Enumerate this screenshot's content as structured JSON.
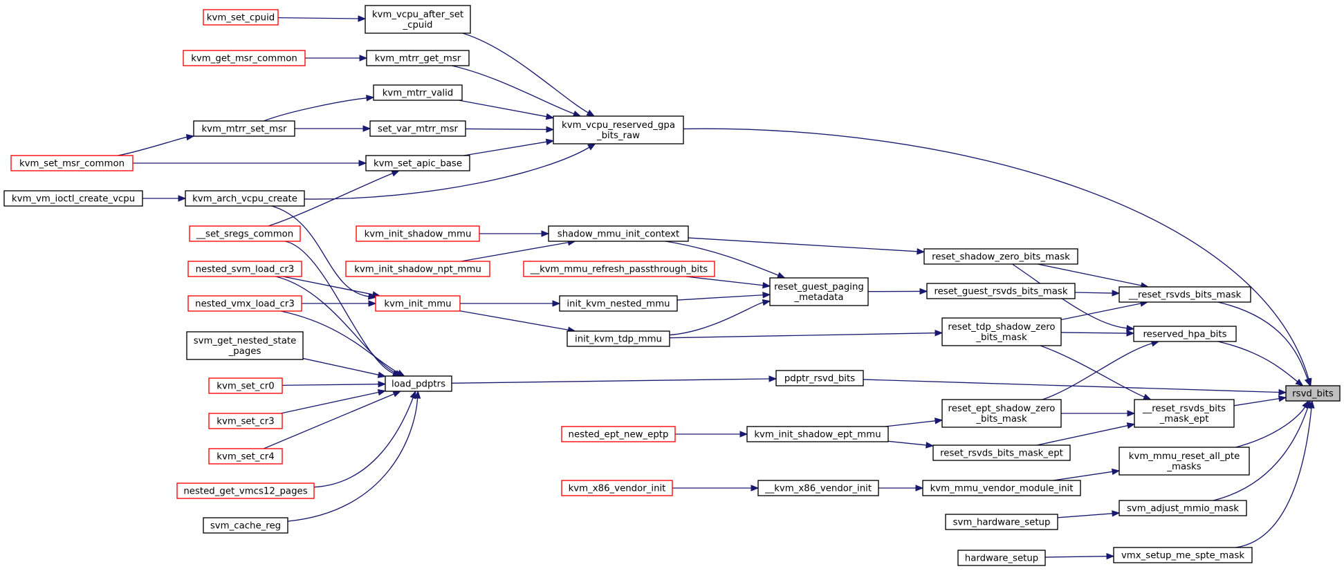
{
  "graph": {
    "colors": {
      "edge": "#191970",
      "node_fill": "#ffffff",
      "node_border_default": "#000000",
      "node_border_truncated": "#ff0000",
      "root_fill": "#bfbfbf",
      "root_border": "#000000"
    },
    "nodes": [
      {
        "id": "rsvd_bits",
        "lines": [
          "rsvd_bits"
        ],
        "style": "root"
      },
      {
        "id": "kvm_vcpu_reserved_gpa_bits_raw",
        "lines": [
          "kvm_vcpu_reserved_gpa",
          "_bits_raw"
        ],
        "style": "black"
      },
      {
        "id": "kvm_vcpu_after_set_cpuid",
        "lines": [
          "kvm_vcpu_after_set",
          "_cpuid"
        ],
        "style": "black"
      },
      {
        "id": "kvm_set_cpuid",
        "lines": [
          "kvm_set_cpuid"
        ],
        "style": "red"
      },
      {
        "id": "kvm_mtrr_get_msr",
        "lines": [
          "kvm_mtrr_get_msr"
        ],
        "style": "black"
      },
      {
        "id": "kvm_get_msr_common",
        "lines": [
          "kvm_get_msr_common"
        ],
        "style": "red"
      },
      {
        "id": "kvm_mtrr_valid",
        "lines": [
          "kvm_mtrr_valid"
        ],
        "style": "black"
      },
      {
        "id": "kvm_mtrr_set_msr",
        "lines": [
          "kvm_mtrr_set_msr"
        ],
        "style": "black"
      },
      {
        "id": "set_var_mtrr_msr",
        "lines": [
          "set_var_mtrr_msr"
        ],
        "style": "black"
      },
      {
        "id": "kvm_set_msr_common",
        "lines": [
          "kvm_set_msr_common"
        ],
        "style": "red"
      },
      {
        "id": "kvm_set_apic_base",
        "lines": [
          "kvm_set_apic_base"
        ],
        "style": "black"
      },
      {
        "id": "kvm_vm_ioctl_create_vcpu",
        "lines": [
          "kvm_vm_ioctl_create_vcpu"
        ],
        "style": "black"
      },
      {
        "id": "kvm_arch_vcpu_create",
        "lines": [
          "kvm_arch_vcpu_create"
        ],
        "style": "black"
      },
      {
        "id": "__set_sregs_common",
        "lines": [
          "__set_sregs_common"
        ],
        "style": "red"
      },
      {
        "id": "kvm_init_shadow_mmu",
        "lines": [
          "kvm_init_shadow_mmu"
        ],
        "style": "red"
      },
      {
        "id": "shadow_mmu_init_context",
        "lines": [
          "shadow_mmu_init_context"
        ],
        "style": "black"
      },
      {
        "id": "kvm_init_shadow_npt_mmu",
        "lines": [
          "kvm_init_shadow_npt_mmu"
        ],
        "style": "red"
      },
      {
        "id": "__kvm_mmu_refresh_passthrough_bits",
        "lines": [
          "__kvm_mmu_refresh_passthrough_bits"
        ],
        "style": "red"
      },
      {
        "id": "nested_svm_load_cr3",
        "lines": [
          "nested_svm_load_cr3"
        ],
        "style": "red"
      },
      {
        "id": "nested_vmx_load_cr3",
        "lines": [
          "nested_vmx_load_cr3"
        ],
        "style": "red"
      },
      {
        "id": "kvm_init_mmu",
        "lines": [
          "kvm_init_mmu"
        ],
        "style": "red"
      },
      {
        "id": "init_kvm_nested_mmu",
        "lines": [
          "init_kvm_nested_mmu"
        ],
        "style": "black"
      },
      {
        "id": "reset_guest_paging_metadata",
        "lines": [
          "reset_guest_paging",
          "_metadata"
        ],
        "style": "black"
      },
      {
        "id": "init_kvm_tdp_mmu",
        "lines": [
          "init_kvm_tdp_mmu"
        ],
        "style": "black"
      },
      {
        "id": "svm_get_nested_state_pages",
        "lines": [
          "svm_get_nested_state",
          "_pages"
        ],
        "style": "black"
      },
      {
        "id": "kvm_set_cr0",
        "lines": [
          "kvm_set_cr0"
        ],
        "style": "red"
      },
      {
        "id": "kvm_set_cr3",
        "lines": [
          "kvm_set_cr3"
        ],
        "style": "red"
      },
      {
        "id": "kvm_set_cr4",
        "lines": [
          "kvm_set_cr4"
        ],
        "style": "red"
      },
      {
        "id": "nested_get_vmcs12_pages",
        "lines": [
          "nested_get_vmcs12_pages"
        ],
        "style": "red"
      },
      {
        "id": "svm_cache_reg",
        "lines": [
          "svm_cache_reg"
        ],
        "style": "black"
      },
      {
        "id": "load_pdptrs",
        "lines": [
          "load_pdptrs"
        ],
        "style": "black"
      },
      {
        "id": "pdptr_rsvd_bits",
        "lines": [
          "pdptr_rsvd_bits"
        ],
        "style": "black"
      },
      {
        "id": "reset_shadow_zero_bits_mask",
        "lines": [
          "reset_shadow_zero_bits_mask"
        ],
        "style": "black"
      },
      {
        "id": "reset_guest_rsvds_bits_mask",
        "lines": [
          "reset_guest_rsvds_bits_mask"
        ],
        "style": "black"
      },
      {
        "id": "reset_tdp_shadow_zero_bits_mask",
        "lines": [
          "reset_tdp_shadow_zero",
          "_bits_mask"
        ],
        "style": "black"
      },
      {
        "id": "__reset_rsvds_bits_mask",
        "lines": [
          "__reset_rsvds_bits_mask"
        ],
        "style": "black"
      },
      {
        "id": "reserved_hpa_bits",
        "lines": [
          "reserved_hpa_bits"
        ],
        "style": "black"
      },
      {
        "id": "nested_ept_new_eptp",
        "lines": [
          "nested_ept_new_eptp"
        ],
        "style": "red"
      },
      {
        "id": "kvm_init_shadow_ept_mmu",
        "lines": [
          "kvm_init_shadow_ept_mmu"
        ],
        "style": "black"
      },
      {
        "id": "reset_ept_shadow_zero_bits_mask",
        "lines": [
          "reset_ept_shadow_zero",
          "_bits_mask"
        ],
        "style": "black"
      },
      {
        "id": "reset_rsvds_bits_mask_ept",
        "lines": [
          "reset_rsvds_bits_mask_ept"
        ],
        "style": "black"
      },
      {
        "id": "__reset_rsvds_bits_mask_ept",
        "lines": [
          "__reset_rsvds_bits",
          "_mask_ept"
        ],
        "style": "black"
      },
      {
        "id": "kvm_x86_vendor_init",
        "lines": [
          "kvm_x86_vendor_init"
        ],
        "style": "red"
      },
      {
        "id": "__kvm_x86_vendor_init",
        "lines": [
          "__kvm_x86_vendor_init"
        ],
        "style": "black"
      },
      {
        "id": "kvm_mmu_vendor_module_init",
        "lines": [
          "kvm_mmu_vendor_module_init"
        ],
        "style": "black"
      },
      {
        "id": "kvm_mmu_reset_all_pte_masks",
        "lines": [
          "kvm_mmu_reset_all_pte",
          "_masks"
        ],
        "style": "black"
      },
      {
        "id": "svm_hardware_setup",
        "lines": [
          "svm_hardware_setup"
        ],
        "style": "black"
      },
      {
        "id": "svm_adjust_mmio_mask",
        "lines": [
          "svm_adjust_mmio_mask"
        ],
        "style": "black"
      },
      {
        "id": "hardware_setup",
        "lines": [
          "hardware_setup"
        ],
        "style": "black"
      },
      {
        "id": "vmx_setup_me_spte_mask",
        "lines": [
          "vmx_setup_me_spte_mask"
        ],
        "style": "black"
      }
    ],
    "edges": [
      {
        "from": "kvm_vcpu_reserved_gpa_bits_raw",
        "to": "rsvd_bits"
      },
      {
        "from": "kvm_vcpu_after_set_cpuid",
        "to": "kvm_vcpu_reserved_gpa_bits_raw"
      },
      {
        "from": "kvm_set_cpuid",
        "to": "kvm_vcpu_after_set_cpuid"
      },
      {
        "from": "kvm_mtrr_get_msr",
        "to": "kvm_vcpu_reserved_gpa_bits_raw"
      },
      {
        "from": "kvm_get_msr_common",
        "to": "kvm_mtrr_get_msr"
      },
      {
        "from": "kvm_mtrr_valid",
        "to": "kvm_vcpu_reserved_gpa_bits_raw"
      },
      {
        "from": "kvm_mtrr_set_msr",
        "to": "kvm_mtrr_valid"
      },
      {
        "from": "kvm_mtrr_set_msr",
        "to": "set_var_mtrr_msr"
      },
      {
        "from": "kvm_set_msr_common",
        "to": "kvm_mtrr_set_msr"
      },
      {
        "from": "set_var_mtrr_msr",
        "to": "kvm_vcpu_reserved_gpa_bits_raw"
      },
      {
        "from": "kvm_set_apic_base",
        "to": "kvm_vcpu_reserved_gpa_bits_raw"
      },
      {
        "from": "kvm_set_msr_common",
        "to": "kvm_set_apic_base"
      },
      {
        "from": "__set_sregs_common",
        "to": "kvm_set_apic_base"
      },
      {
        "from": "kvm_arch_vcpu_create",
        "to": "kvm_vcpu_reserved_gpa_bits_raw"
      },
      {
        "from": "kvm_vm_ioctl_create_vcpu",
        "to": "kvm_arch_vcpu_create"
      },
      {
        "from": "kvm_arch_vcpu_create",
        "to": "kvm_init_mmu"
      },
      {
        "from": "kvm_init_shadow_mmu",
        "to": "shadow_mmu_init_context"
      },
      {
        "from": "kvm_init_shadow_npt_mmu",
        "to": "shadow_mmu_init_context"
      },
      {
        "from": "shadow_mmu_init_context",
        "to": "reset_shadow_zero_bits_mask"
      },
      {
        "from": "shadow_mmu_init_context",
        "to": "reset_guest_paging_metadata"
      },
      {
        "from": "__kvm_mmu_refresh_passthrough_bits",
        "to": "reset_guest_paging_metadata"
      },
      {
        "from": "nested_svm_load_cr3",
        "to": "kvm_init_mmu"
      },
      {
        "from": "nested_vmx_load_cr3",
        "to": "kvm_init_mmu"
      },
      {
        "from": "kvm_init_mmu",
        "to": "init_kvm_nested_mmu"
      },
      {
        "from": "kvm_init_mmu",
        "to": "init_kvm_tdp_mmu"
      },
      {
        "from": "init_kvm_nested_mmu",
        "to": "reset_guest_paging_metadata"
      },
      {
        "from": "init_kvm_tdp_mmu",
        "to": "reset_guest_paging_metadata"
      },
      {
        "from": "init_kvm_tdp_mmu",
        "to": "reset_tdp_shadow_zero_bits_mask"
      },
      {
        "from": "reset_guest_paging_metadata",
        "to": "reset_guest_rsvds_bits_mask"
      },
      {
        "from": "reset_guest_rsvds_bits_mask",
        "to": "__reset_rsvds_bits_mask"
      },
      {
        "from": "reset_shadow_zero_bits_mask",
        "to": "__reset_rsvds_bits_mask"
      },
      {
        "from": "reset_shadow_zero_bits_mask",
        "to": "reserved_hpa_bits"
      },
      {
        "from": "reset_tdp_shadow_zero_bits_mask",
        "to": "__reset_rsvds_bits_mask"
      },
      {
        "from": "reset_tdp_shadow_zero_bits_mask",
        "to": "reserved_hpa_bits"
      },
      {
        "from": "reset_tdp_shadow_zero_bits_mask",
        "to": "__reset_rsvds_bits_mask_ept"
      },
      {
        "from": "__reset_rsvds_bits_mask",
        "to": "rsvd_bits"
      },
      {
        "from": "reserved_hpa_bits",
        "to": "rsvd_bits"
      },
      {
        "from": "__set_sregs_common",
        "to": "load_pdptrs"
      },
      {
        "from": "nested_svm_load_cr3",
        "to": "load_pdptrs"
      },
      {
        "from": "nested_vmx_load_cr3",
        "to": "load_pdptrs"
      },
      {
        "from": "svm_get_nested_state_pages",
        "to": "load_pdptrs"
      },
      {
        "from": "kvm_set_cr0",
        "to": "load_pdptrs"
      },
      {
        "from": "kvm_set_cr3",
        "to": "load_pdptrs"
      },
      {
        "from": "kvm_set_cr4",
        "to": "load_pdptrs"
      },
      {
        "from": "nested_get_vmcs12_pages",
        "to": "load_pdptrs"
      },
      {
        "from": "svm_cache_reg",
        "to": "load_pdptrs"
      },
      {
        "from": "load_pdptrs",
        "to": "pdptr_rsvd_bits"
      },
      {
        "from": "pdptr_rsvd_bits",
        "to": "rsvd_bits"
      },
      {
        "from": "nested_ept_new_eptp",
        "to": "kvm_init_shadow_ept_mmu"
      },
      {
        "from": "kvm_init_shadow_ept_mmu",
        "to": "reset_ept_shadow_zero_bits_mask"
      },
      {
        "from": "kvm_init_shadow_ept_mmu",
        "to": "reset_rsvds_bits_mask_ept"
      },
      {
        "from": "reset_ept_shadow_zero_bits_mask",
        "to": "reserved_hpa_bits"
      },
      {
        "from": "reset_ept_shadow_zero_bits_mask",
        "to": "__reset_rsvds_bits_mask_ept"
      },
      {
        "from": "reset_rsvds_bits_mask_ept",
        "to": "__reset_rsvds_bits_mask_ept"
      },
      {
        "from": "__reset_rsvds_bits_mask_ept",
        "to": "rsvd_bits"
      },
      {
        "from": "kvm_x86_vendor_init",
        "to": "__kvm_x86_vendor_init"
      },
      {
        "from": "__kvm_x86_vendor_init",
        "to": "kvm_mmu_vendor_module_init"
      },
      {
        "from": "kvm_mmu_vendor_module_init",
        "to": "kvm_mmu_reset_all_pte_masks"
      },
      {
        "from": "kvm_mmu_reset_all_pte_masks",
        "to": "rsvd_bits"
      },
      {
        "from": "svm_hardware_setup",
        "to": "svm_adjust_mmio_mask"
      },
      {
        "from": "svm_adjust_mmio_mask",
        "to": "rsvd_bits"
      },
      {
        "from": "hardware_setup",
        "to": "vmx_setup_me_spte_mask"
      },
      {
        "from": "vmx_setup_me_spte_mask",
        "to": "rsvd_bits"
      }
    ]
  }
}
